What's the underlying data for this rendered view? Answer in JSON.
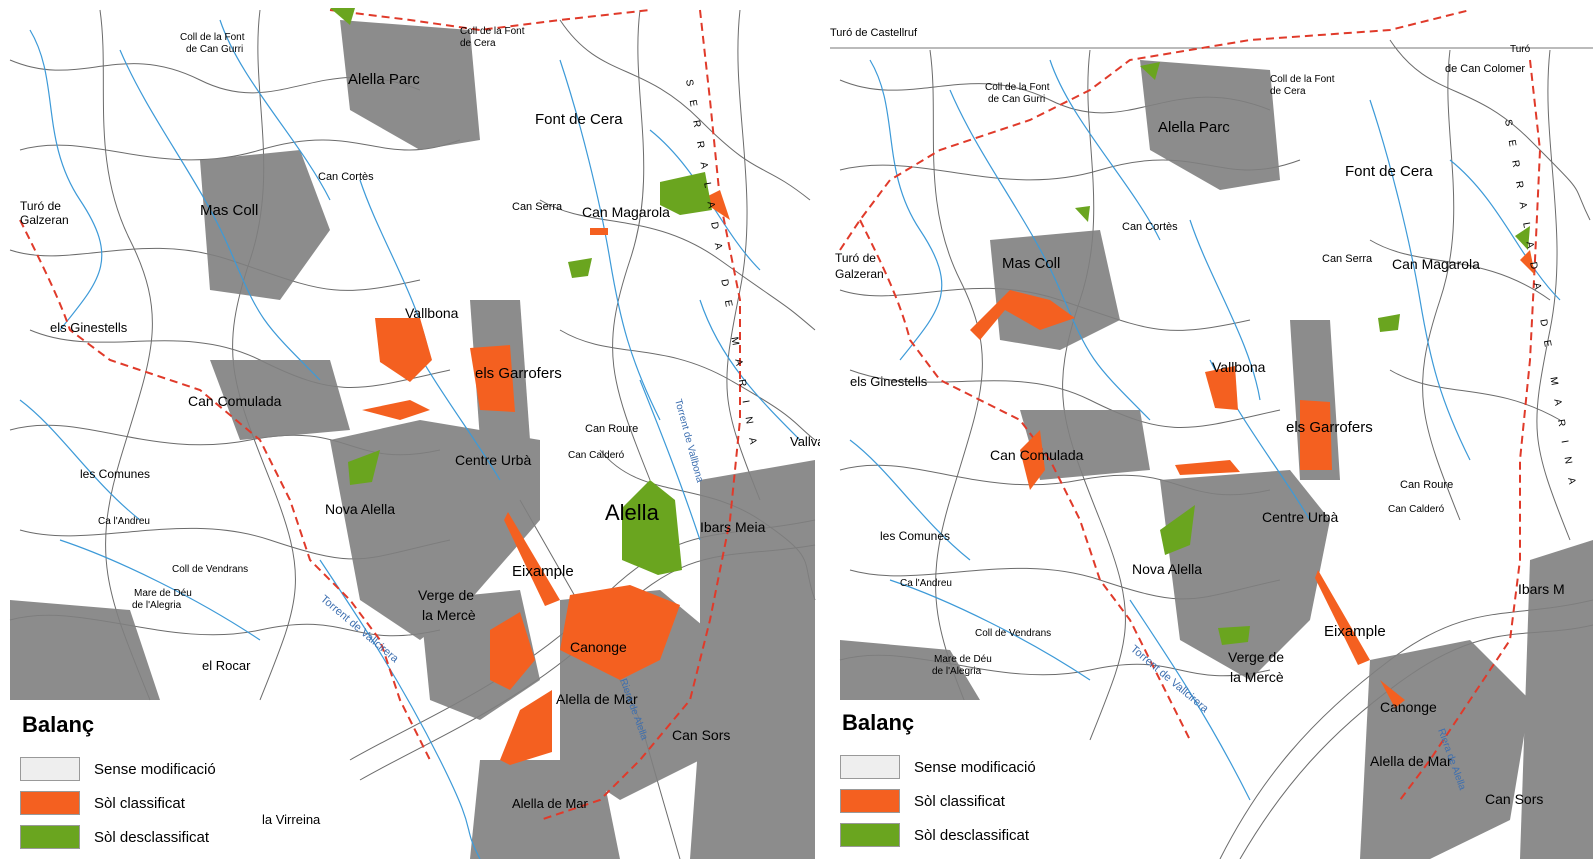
{
  "colors": {
    "classified": "#f46020",
    "declassified": "#6aa51f",
    "unchanged": "#eeeeee",
    "boundary": "#e03a2a",
    "water": "#3d9ad8",
    "roads": "#666666",
    "urban": "#7a7a7a"
  },
  "legend": {
    "title": "Balanç",
    "items": [
      {
        "label": "Sense modificació",
        "color": "#eeeeee"
      },
      {
        "label": "Sòl classificat",
        "color": "#f46020"
      },
      {
        "label": "Sòl desclassificat",
        "color": "#6aa51f"
      }
    ]
  },
  "left_map": {
    "labels": [
      "Coll de la Font",
      "de Can Gurri",
      "Coll de la Font",
      "de Cera",
      "Alella Parc",
      "Font de Cera",
      "Can Cortès",
      "Turó de",
      "Galzeran",
      "Mas Coll",
      "Can Serra",
      "Can Magarola",
      "Vallbona",
      "els Ginestells",
      "els Garrofers",
      "Can Comulada",
      "Can Roure",
      "Centre Urbà",
      "Can Calderó",
      "les Comunes",
      "Vallva",
      "Nova Alella",
      "Ibars Meia",
      "Ca l'Andreu",
      "Coll de Vendrans",
      "Eixample",
      "Mare de Déu",
      "de l'Alegria",
      "Verge de",
      "la Mercè",
      "Canonge",
      "el Rocar",
      "Alella de Mar",
      "Can Sors",
      "Torrent de Vallcirera",
      "Riera de Alella",
      "la Virreina",
      "Alella de Mar",
      "SERRALADA DE MARINA",
      "Torrent de Vallbona",
      "Alella"
    ]
  },
  "right_map": {
    "labels": [
      "Turó de Castellruf",
      "Turó",
      "de Can Colomer",
      "Coll de la Font",
      "de Can Gurri",
      "Coll de la Font",
      "de Cera",
      "Alella Parc",
      "Font de Cera",
      "Can Cortès",
      "Turó de",
      "Galzeran",
      "Mas Coll",
      "Can Serra",
      "Can Magarola",
      "els Ginestells",
      "Vallbona",
      "els Garrofers",
      "Can Comulada",
      "Can Roure",
      "Can Calderó",
      "Centre Urbà",
      "les Comunes",
      "Nova Alella",
      "Ca l'Andreu",
      "Ibars M",
      "Coll de Vendrans",
      "Eixample",
      "Mare de Déu",
      "de l'Alegria",
      "Verge de",
      "la Mercè",
      "Canonge",
      "Alella de Mar",
      "Can Sors",
      "Torrent de Vallcirera",
      "SERRALADA DE MARINA",
      "Riera de Alella"
    ]
  }
}
